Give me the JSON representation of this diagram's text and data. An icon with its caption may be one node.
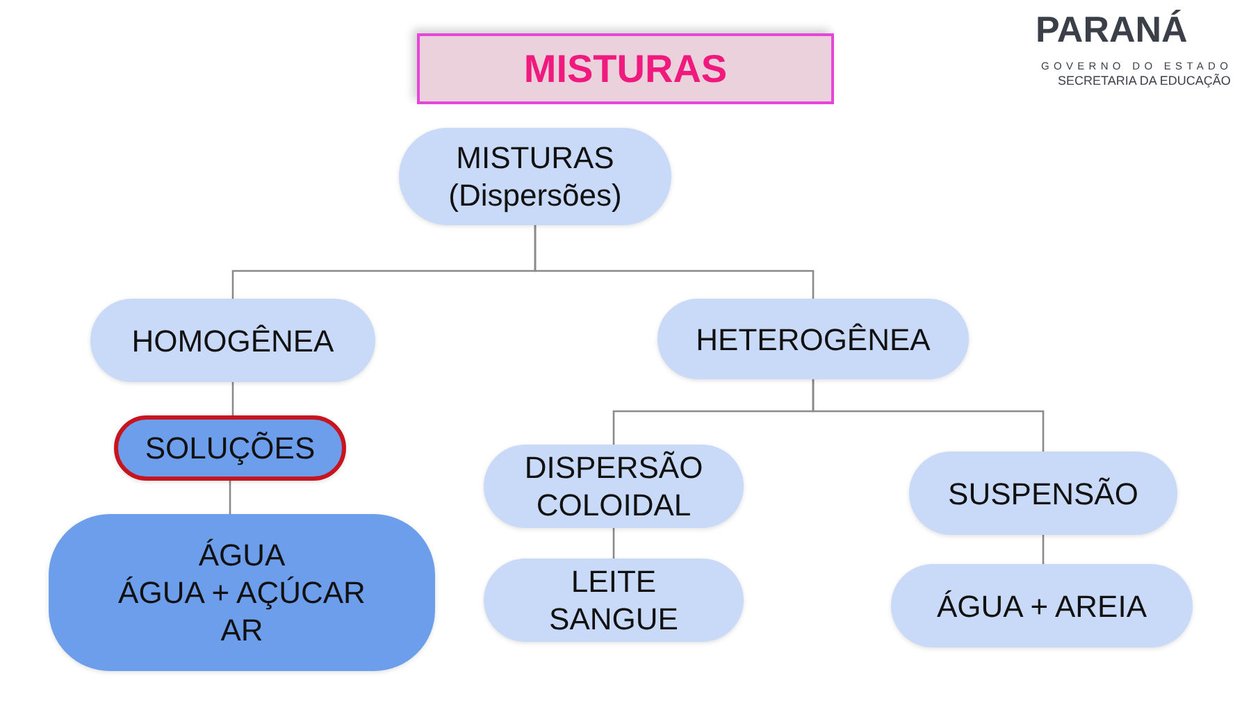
{
  "diagram": {
    "title": "MISTURAS",
    "nodes": [
      {
        "text": [
          "MISTURAS (Dispersões)"
        ]
      },
      {
        "text": [
          "HOMOGÊNEA"
        ]
      },
      {
        "text": [
          "HETEROGÊNEA"
        ]
      },
      {
        "text": [
          "SOLUÇÕES"
        ]
      },
      {
        "text": [
          "DISPERSÃO COLOIDAL"
        ]
      },
      {
        "text": [
          "SUSPENSÃO"
        ]
      },
      {
        "text": [
          "ÁGUA",
          "ÁGUA + AÇÚCAR",
          "AR"
        ]
      },
      {
        "text": [
          "LEITE",
          "SANGUE"
        ]
      },
      {
        "text": [
          "ÁGUA + AREIA"
        ]
      }
    ],
    "edges": [
      {
        "from": 0,
        "to": 1,
        "arrow": "none"
      },
      {
        "from": 0,
        "to": 2,
        "arrow": "none"
      },
      {
        "from": 1,
        "to": 3,
        "arrow": "none"
      },
      {
        "from": 3,
        "to": 6,
        "arrow": "none"
      },
      {
        "from": 2,
        "to": 4,
        "arrow": "none"
      },
      {
        "from": 2,
        "to": 5,
        "arrow": "none"
      },
      {
        "from": 4,
        "to": 7,
        "arrow": "none"
      },
      {
        "from": 5,
        "to": 8,
        "arrow": "none"
      }
    ],
    "labels": [
      "PARANÁ",
      "GOVERNO DO ESTADO",
      "SECRETARIA DA EDUCAÇÃO"
    ]
  }
}
